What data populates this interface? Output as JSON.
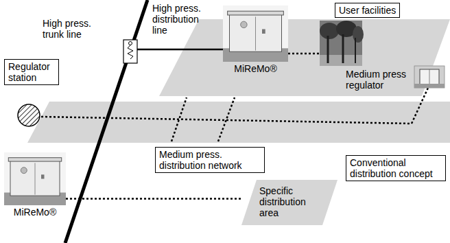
{
  "diagram": {
    "nodes": [
      {
        "text": [
          "Regulator station"
        ]
      },
      {
        "text": [
          "MiReMo®"
        ]
      },
      {
        "text": [
          "User facilities"
        ]
      },
      {
        "text": [
          "Medium press. distribution network"
        ]
      },
      {
        "text": [
          "Conventional distribution concept"
        ]
      },
      {
        "text": [
          "MiReMo®"
        ]
      },
      {
        "text": [
          "Specific distribution area"
        ]
      }
    ],
    "edges": [
      {
        "from": 5,
        "to": 6,
        "arrow": "none"
      }
    ],
    "labels": [
      "High press. trunk line",
      "High press. distribution line",
      "Medium press regulator"
    ]
  }
}
